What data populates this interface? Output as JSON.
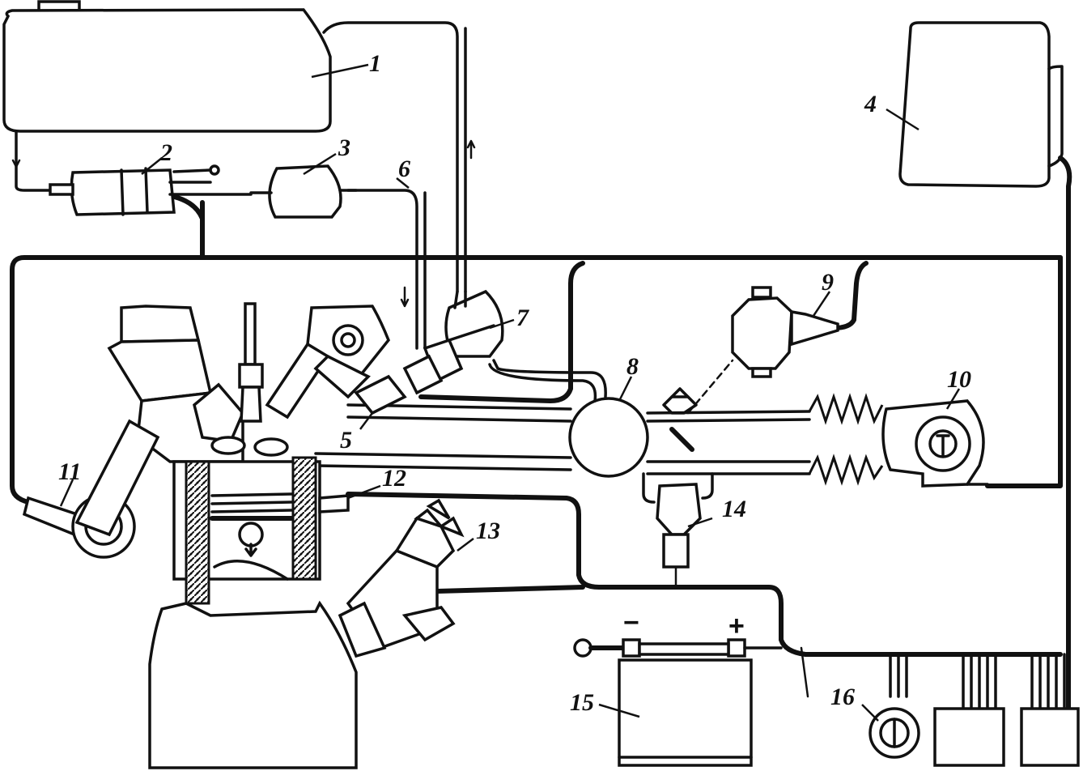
{
  "labels": [
    {
      "id": "1",
      "text": "1"
    },
    {
      "id": "2",
      "text": "2"
    },
    {
      "id": "3",
      "text": "3"
    },
    {
      "id": "4",
      "text": "4"
    },
    {
      "id": "5",
      "text": "5"
    },
    {
      "id": "6",
      "text": "6"
    },
    {
      "id": "7",
      "text": "7"
    },
    {
      "id": "8",
      "text": "8"
    },
    {
      "id": "9",
      "text": "9"
    },
    {
      "id": "10",
      "text": "10"
    },
    {
      "id": "11",
      "text": "11"
    },
    {
      "id": "12",
      "text": "12"
    },
    {
      "id": "13",
      "text": "13"
    },
    {
      "id": "14",
      "text": "14"
    },
    {
      "id": "15",
      "text": "15"
    },
    {
      "id": "16",
      "text": "16"
    }
  ],
  "battery": {
    "minus": "−",
    "plus": "+"
  },
  "colors": {
    "ink": "#111111",
    "paper": "#ffffff"
  }
}
